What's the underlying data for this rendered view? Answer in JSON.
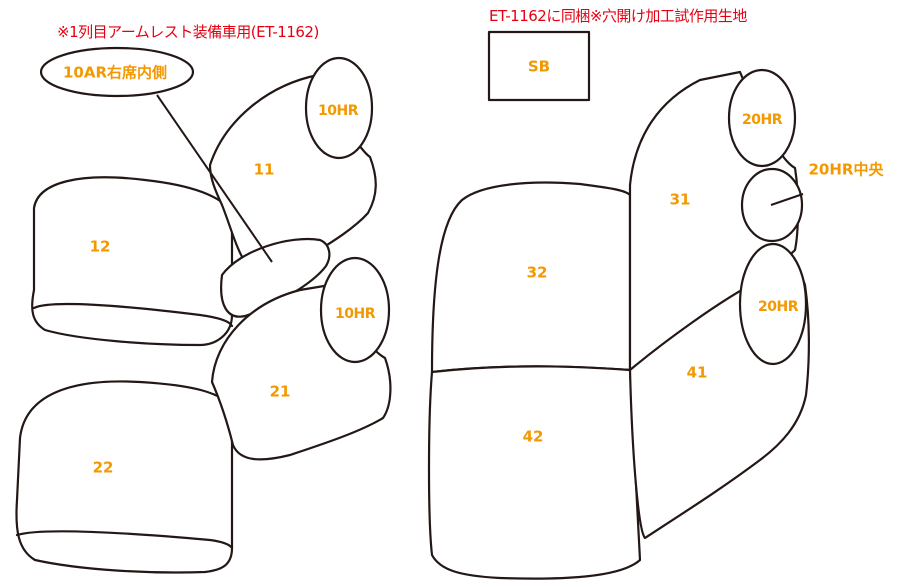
{
  "notes": {
    "armrest_note": "※1列目アームレスト装備車用(ET-1162)",
    "bundle_note": "ET-1162に同梱※穴開け加工試作用生地"
  },
  "callouts": {
    "inner_armrest": "10AR右席内側",
    "sb_box": "SB",
    "center_headrest": "20HR中央"
  },
  "parts": {
    "p11": "11",
    "p12": "12",
    "p21": "21",
    "p22": "22",
    "p31": "31",
    "p32": "32",
    "p41": "41",
    "p42": "42",
    "hr10_upper": "10HR",
    "hr10_lower": "10HR",
    "hr20_upper": "20HR",
    "hr20_lower": "20HR"
  },
  "colors": {
    "note_text": "#e60012",
    "part_label": "#f39800",
    "outline": "#231815"
  }
}
